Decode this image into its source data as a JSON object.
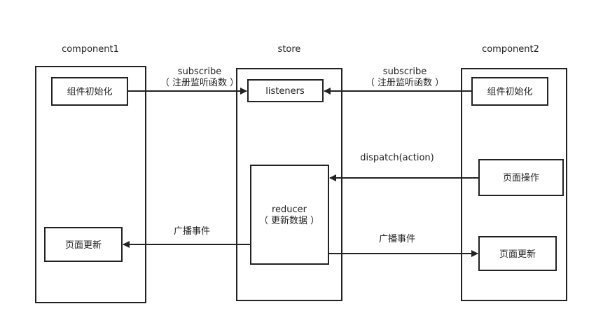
{
  "columns": {
    "component1": "component1",
    "store": "store",
    "component2": "component2"
  },
  "component1": {
    "init": "组件初始化",
    "update": "页面更新"
  },
  "store": {
    "listeners": "listeners",
    "reducer": "reducer",
    "reducer_note": "（ 更新数据 ）"
  },
  "component2": {
    "init": "组件初始化",
    "operate": "页面操作",
    "update": "页面更新"
  },
  "edges": {
    "subscribe_left": {
      "line1": "subscribe",
      "line2": "（ 注册监听函数 ）"
    },
    "subscribe_right": {
      "line1": "subscribe",
      "line2": "（ 注册监听函数 ）"
    },
    "dispatch": "dispatch(action)",
    "broadcast_left": "广播事件",
    "broadcast_right": "广播事件"
  }
}
